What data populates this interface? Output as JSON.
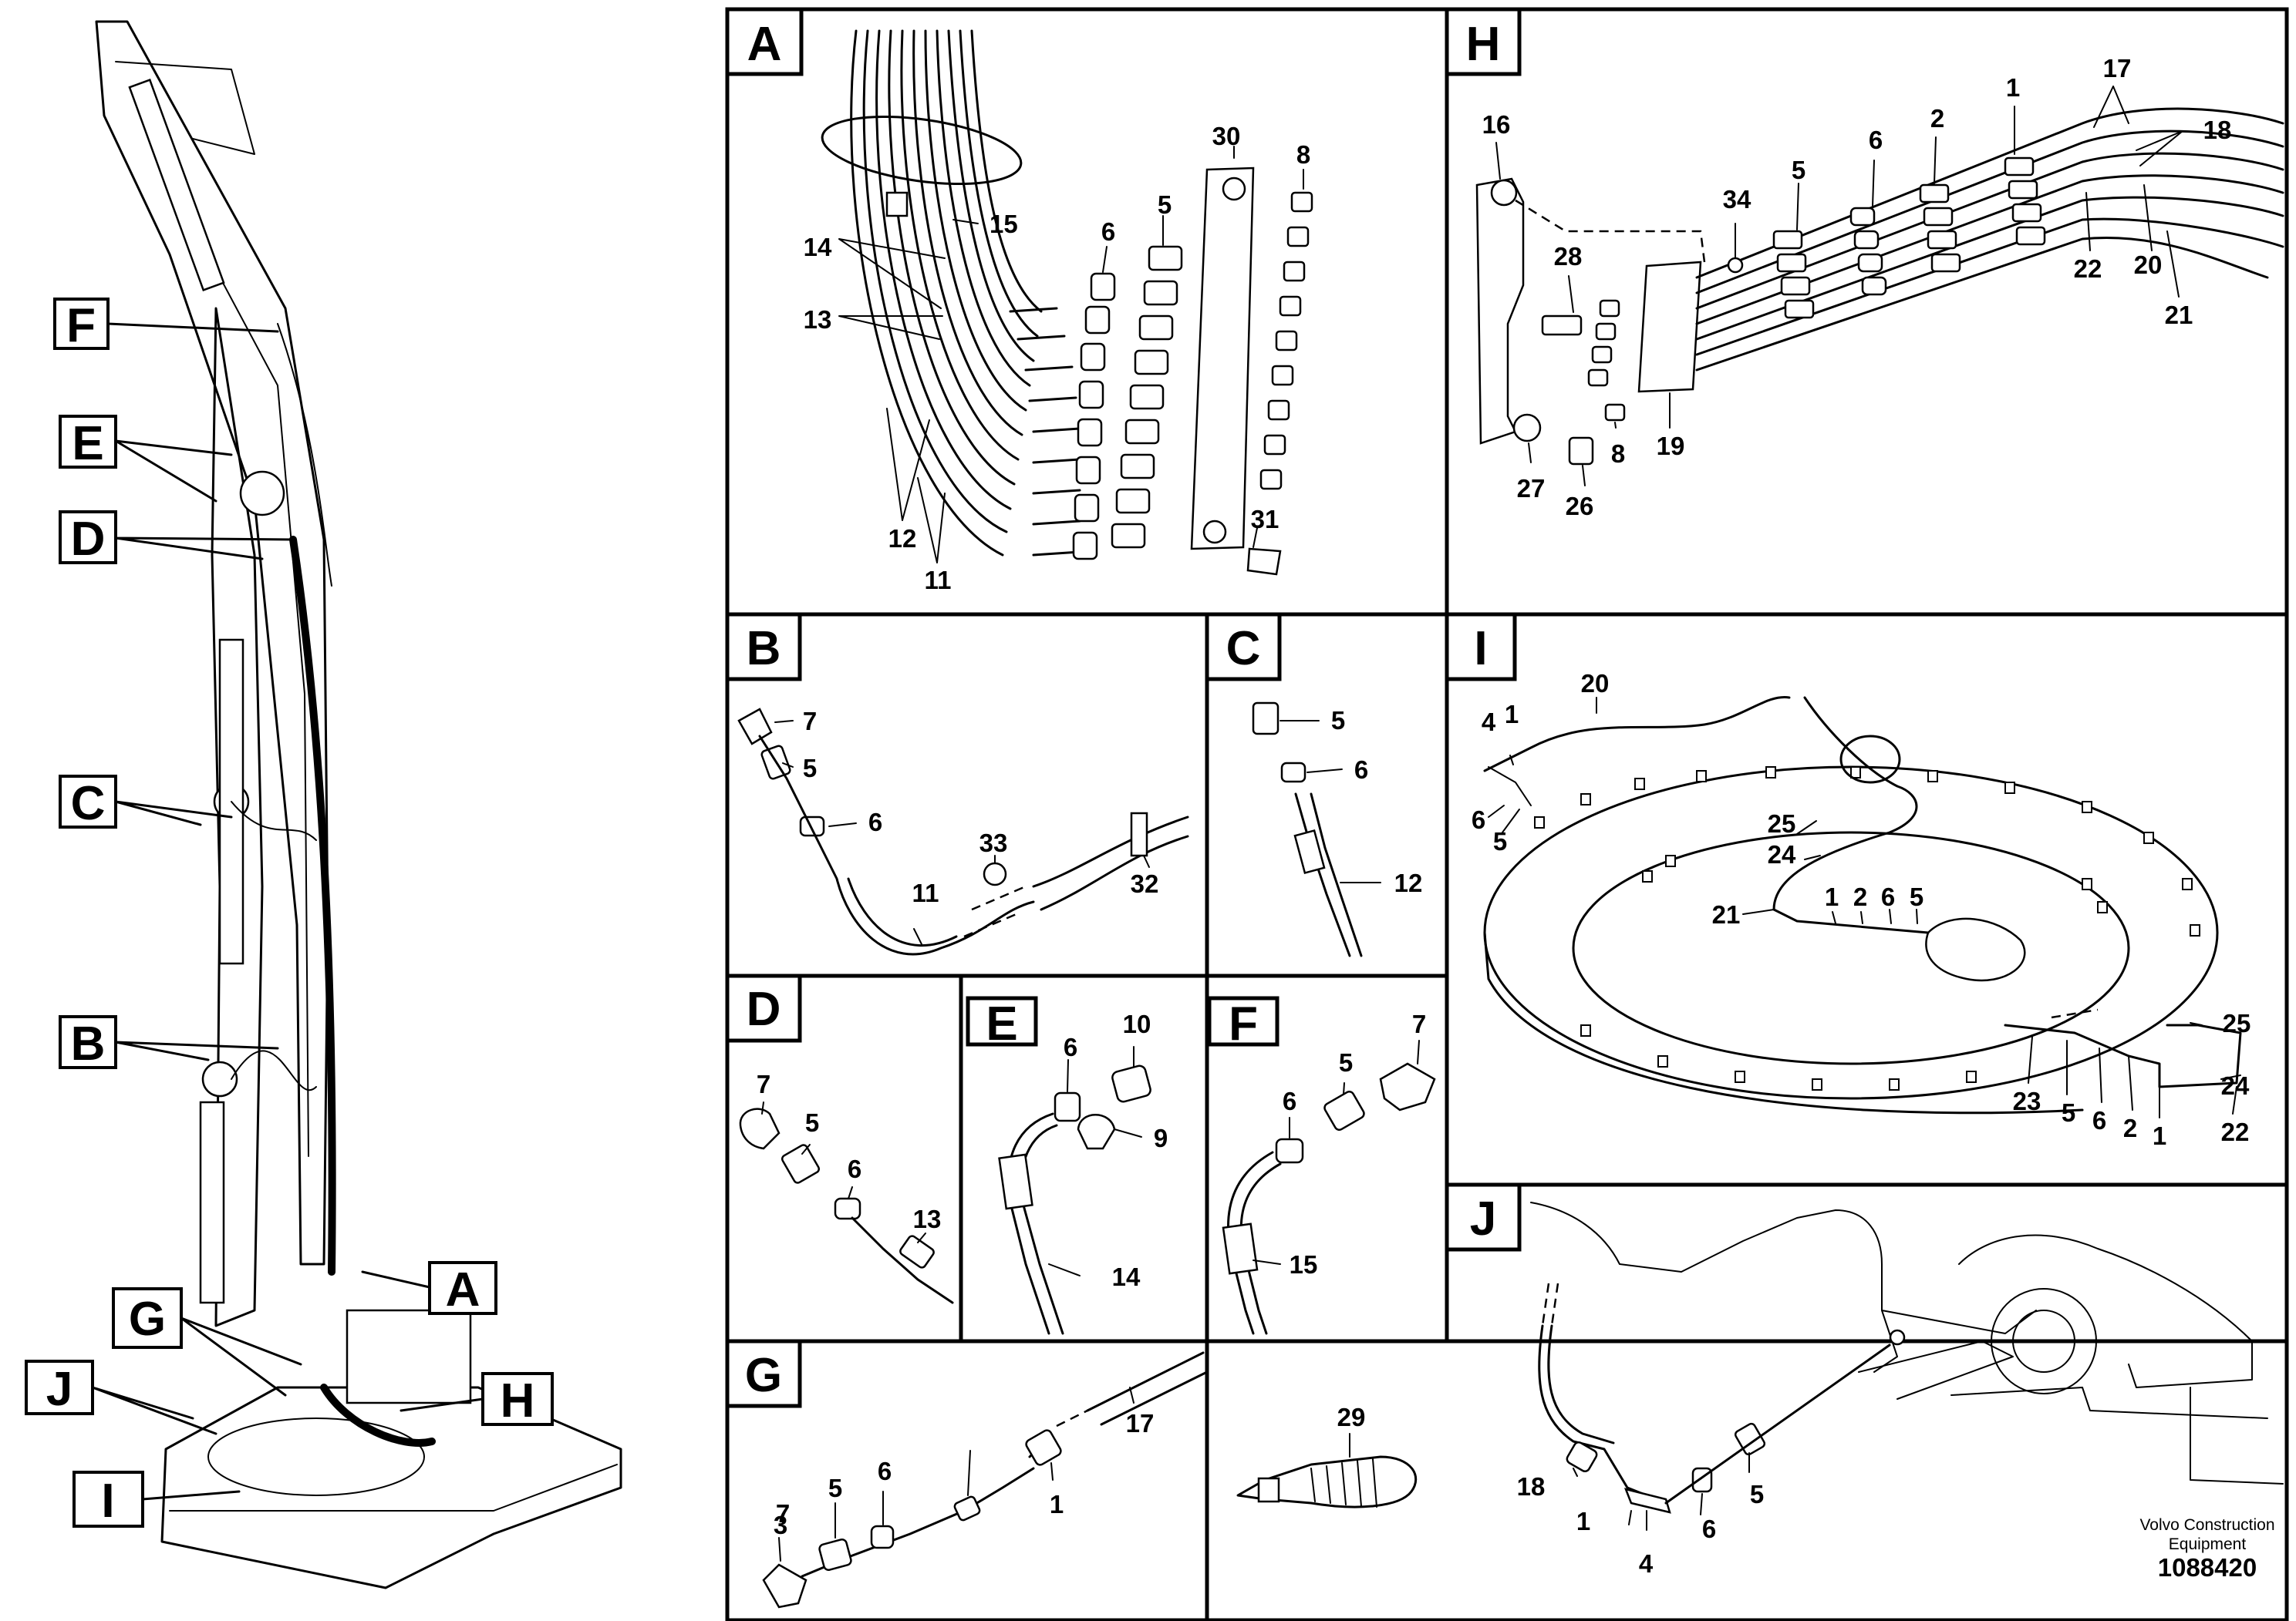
{
  "overview": {
    "callouts": [
      {
        "letter": "F"
      },
      {
        "letter": "E"
      },
      {
        "letter": "D"
      },
      {
        "letter": "C"
      },
      {
        "letter": "B"
      },
      {
        "letter": "A"
      },
      {
        "letter": "G"
      },
      {
        "letter": "H"
      },
      {
        "letter": "J"
      },
      {
        "letter": "I"
      }
    ]
  },
  "panels": {
    "A": {
      "label": "A",
      "parts": [
        "30",
        "8",
        "5",
        "6",
        "15",
        "14",
        "13",
        "12",
        "11",
        "31"
      ]
    },
    "H": {
      "label": "H",
      "parts": [
        "16",
        "34",
        "5",
        "6",
        "2",
        "1",
        "17",
        "18",
        "28",
        "22",
        "20",
        "21",
        "8",
        "19",
        "27",
        "26"
      ]
    },
    "B": {
      "label": "B",
      "parts": [
        "7",
        "5",
        "6",
        "33",
        "11",
        "32"
      ]
    },
    "C": {
      "label": "C",
      "parts": [
        "5",
        "6",
        "12"
      ]
    },
    "I": {
      "label": "I",
      "parts": [
        "20",
        "4",
        "1",
        "6",
        "5",
        "25",
        "24",
        "21",
        "1",
        "2",
        "6",
        "5",
        "25",
        "23",
        "5",
        "6",
        "2",
        "1",
        "24",
        "22"
      ]
    },
    "D": {
      "label": "D",
      "parts": [
        "7",
        "5",
        "6",
        "13"
      ]
    },
    "E": {
      "label": "E",
      "parts": [
        "6",
        "10",
        "9",
        "14"
      ]
    },
    "F": {
      "label": "F",
      "parts": [
        "7",
        "5",
        "6",
        "15"
      ]
    },
    "J": {
      "label": "J",
      "parts": [
        "18",
        "1",
        "4",
        "6",
        "5"
      ]
    },
    "G": {
      "label": "G",
      "parts": [
        "3",
        "17",
        "7",
        "5",
        "6",
        "1"
      ]
    },
    "tie": {
      "parts": [
        "29"
      ]
    }
  },
  "footer": {
    "company_line1": "Volvo Construction",
    "company_line2": "Equipment",
    "doc_number": "1088420"
  },
  "colors": {
    "ink": "#000000",
    "paper": "#ffffff"
  }
}
